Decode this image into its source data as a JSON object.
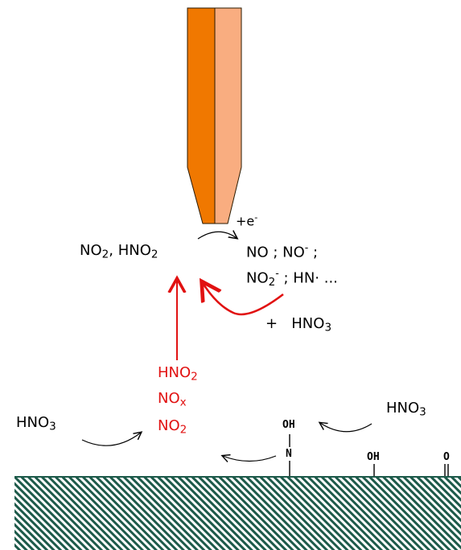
{
  "diagram": {
    "electrode_charge": "+e",
    "electrode_charge_sign": "-",
    "left_product": {
      "a": "NO",
      "a_sub": "2",
      "sep": ", ",
      "b": "HNO",
      "b_sub": "2"
    },
    "right_products_line1": {
      "a": "NO ; NO",
      "sup": "-",
      "tail": " ;"
    },
    "right_products_line2": {
      "a": "NO",
      "sub": "2",
      "sup": "-",
      "tail": " ; HN· ..."
    },
    "reactant_right": {
      "plus": "+",
      "name": "HNO",
      "sub": "3"
    },
    "red_stack": [
      {
        "name": "HNO",
        "sub": "2"
      },
      {
        "name": "NO",
        "sub": "x"
      },
      {
        "name": "NO",
        "sub": "2"
      }
    ],
    "reactant_lower_left": {
      "name": "HNO",
      "sub": "3"
    },
    "reactant_lower_right": {
      "name": "HNO",
      "sub": "3"
    },
    "surface_groups": {
      "n_oh_top": "OH",
      "n_atom": "N",
      "oh_group": "OH",
      "carbonyl_o": "O"
    },
    "colors": {
      "electrode_dark": "#f07800",
      "electrode_light": "#f9ad80",
      "red_path": "#e11111",
      "surface_hatch": "#1d5a4a"
    }
  }
}
